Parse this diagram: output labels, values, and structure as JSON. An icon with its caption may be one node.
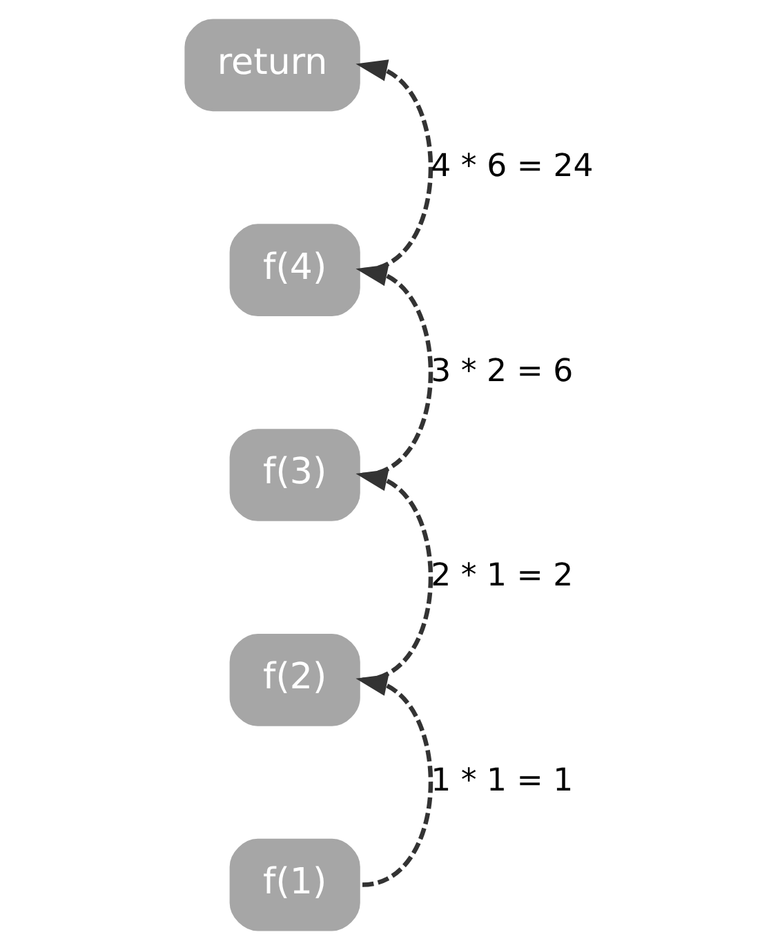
{
  "diagram": {
    "nodes": [
      {
        "text": [
          "return"
        ]
      },
      {
        "text": [
          "f(4)"
        ]
      },
      {
        "text": [
          "f(3)"
        ]
      },
      {
        "text": [
          "f(2)"
        ]
      },
      {
        "text": [
          "f(1)"
        ]
      }
    ],
    "edges": [
      {
        "from": 4,
        "to": 3,
        "arrow": "to",
        "style": "dashed",
        "label": "1 * 1 = 1"
      },
      {
        "from": 3,
        "to": 2,
        "arrow": "to",
        "style": "dashed",
        "label": "2 * 1 = 2"
      },
      {
        "from": 2,
        "to": 1,
        "arrow": "to",
        "style": "dashed",
        "label": "3 * 2 = 6"
      },
      {
        "from": 1,
        "to": 0,
        "arrow": "to",
        "style": "dashed",
        "label": "4 * 6 = 24"
      }
    ]
  }
}
